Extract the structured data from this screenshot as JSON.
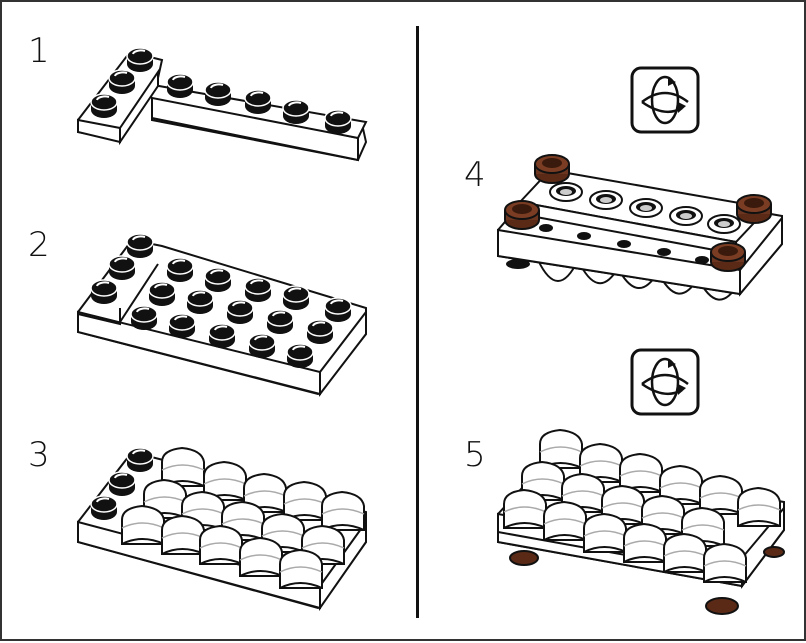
{
  "steps": [
    {
      "number": "1"
    },
    {
      "number": "2"
    },
    {
      "number": "3"
    },
    {
      "number": "4"
    },
    {
      "number": "5"
    }
  ],
  "icons": {
    "rotate": "rotate-model-icon"
  },
  "colors": {
    "outline": "#111111",
    "stud_black": "#111111",
    "brick_white": "#ffffff",
    "reddish_brown": "#6b3520",
    "shade": "#d9d9d9"
  }
}
